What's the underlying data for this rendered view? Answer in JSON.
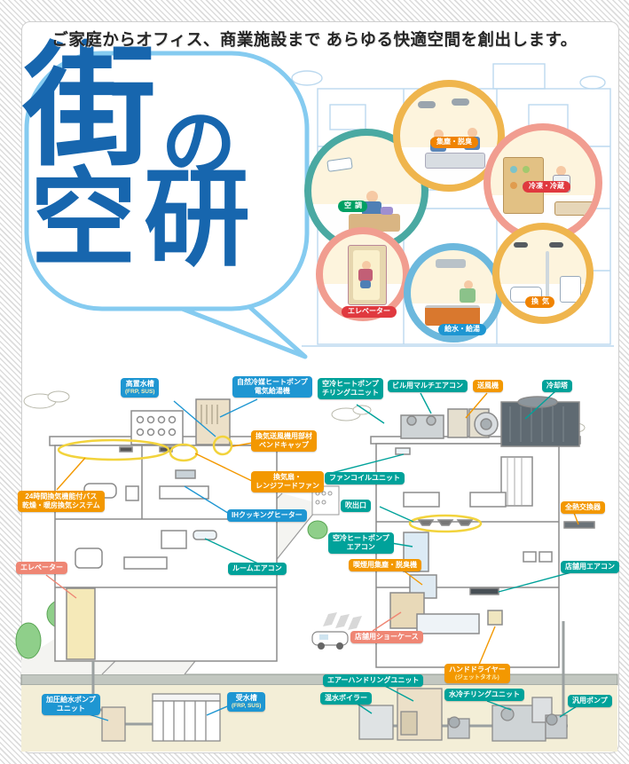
{
  "header": {
    "tagline": "ご家庭からオフィス、商業施設まで あらゆる快適空間を創出します。"
  },
  "logo": {
    "machi": "街",
    "no": "の",
    "kuken": "空研"
  },
  "scenes": [
    {
      "label": "空調"
    },
    {
      "label": "集塵・脱臭"
    },
    {
      "label": "冷凍・冷蔵"
    },
    {
      "label": "エレベーター"
    },
    {
      "label": "給水・給湯"
    },
    {
      "label": "換気"
    }
  ],
  "equipment": [
    {
      "l1": "高置水槽",
      "l2": "(FRP, SUS)"
    },
    {
      "l1": "自然冷媒ヒートポンプ",
      "l2": "電気給湯機"
    },
    {
      "l1": "空冷ヒートポンプ",
      "l2": "チリングユニット"
    },
    {
      "l1": "ビル用マルチエアコン"
    },
    {
      "l1": "送風機"
    },
    {
      "l1": "冷却塔"
    },
    {
      "l1": "換気送風機用部材",
      "l2": "ベンドキャップ"
    },
    {
      "l1": "24時間換気機能付バス",
      "l2": "乾燥・暖房換気システム"
    },
    {
      "l1": "換気扇・",
      "l2": "レンジフードファン"
    },
    {
      "l1": "IHクッキングヒーター"
    },
    {
      "l1": "ファンコイルユニット"
    },
    {
      "l1": "吹出口"
    },
    {
      "l1": "全熱交換器"
    },
    {
      "l1": "空冷ヒートポンプ",
      "l2": "エアコン"
    },
    {
      "l1": "喫煙用集塵・脱臭機"
    },
    {
      "l1": "店舗用エアコン"
    },
    {
      "l1": "エレベーター"
    },
    {
      "l1": "ルームエアコン"
    },
    {
      "l1": "店舗用ショーケース"
    },
    {
      "l1": "ハンドドライヤー",
      "l2": "(ジェットタオル)"
    },
    {
      "l1": "エアーハンドリングユニット"
    },
    {
      "l1": "温水ボイラー"
    },
    {
      "l1": "水冷チリングユニット"
    },
    {
      "l1": "汎用ポンプ"
    },
    {
      "l1": "加圧給水ポンプ",
      "l2": "ユニット"
    },
    {
      "l1": "受水槽",
      "l2": "(FRP, SUS)"
    }
  ],
  "colors": {
    "label_blue": "#1e96d2",
    "label_teal": "#00a29a",
    "label_orange": "#f39800",
    "label_pink": "#ef8674",
    "pill_green": "#00a063",
    "pill_red": "#e0393f",
    "pill_orange": "#f08300",
    "pill_blue": "#1e96d2",
    "ring_teal": "#4aa9a2",
    "ring_yellow": "#efb54d",
    "ring_pink": "#f19d90",
    "ring_blue": "#6cb8dd",
    "logo_blue": "#1766ae",
    "bubble_blue": "#85cbf0",
    "cream": "#f3eed7"
  }
}
